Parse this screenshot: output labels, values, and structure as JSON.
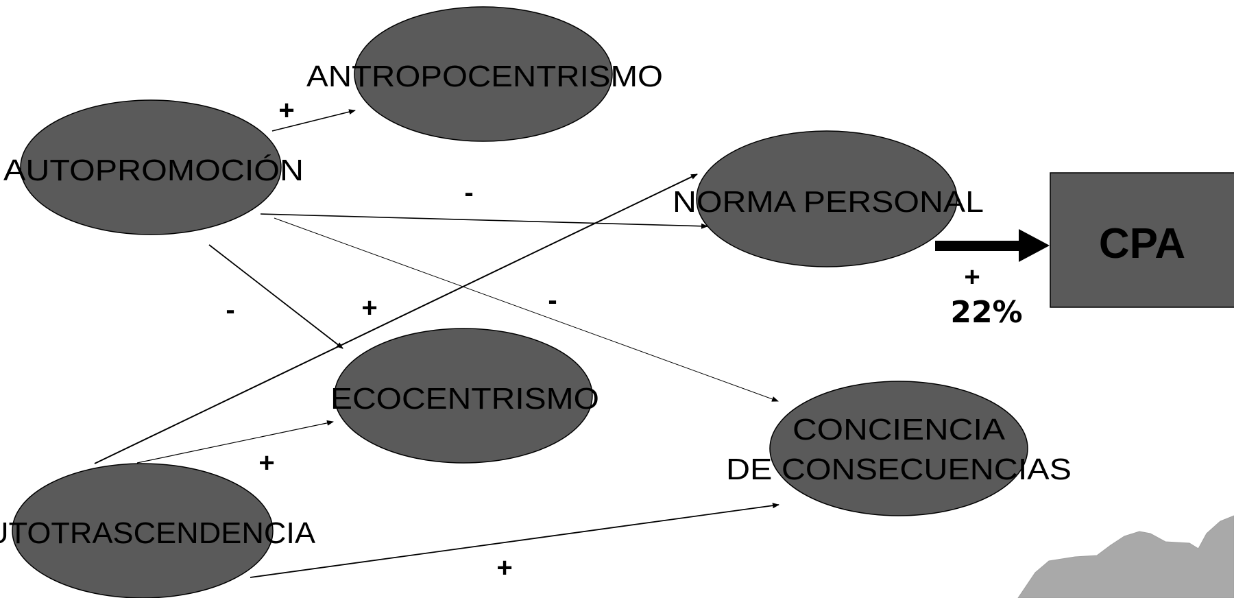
{
  "diagram": {
    "nodes": {
      "antropocentrismo": "ANTROPOCENTRISMO",
      "autopromocion": "AUTOPROMOCIÓN",
      "norma_personal": "NORMA PERSONAL",
      "cpa": "CPA",
      "ecocentrismo": "ECOCENTRISMO",
      "conciencia_line1": "CONCIENCIA",
      "conciencia_line2": "DE CONSECUENCIAS",
      "autotrascendencia": "AUTOTRASCENDENCIA"
    },
    "edge_signs": {
      "autopromocion_antropocentrismo": "+",
      "autopromocion_norma": "-",
      "autopromocion_ecocentrismo": "-",
      "autotrascendencia_norma": "+",
      "autopromocion_conciencia": "-",
      "autotrascendencia_ecocentrismo": "+",
      "autotrascendencia_conciencia": "+",
      "norma_cpa": "+"
    },
    "explained_variance": "22%"
  },
  "colors": {
    "node_fill": "#5a5a5a",
    "stroke": "#000000",
    "background": "#ffffff",
    "terrain": "#a9a9a9"
  }
}
